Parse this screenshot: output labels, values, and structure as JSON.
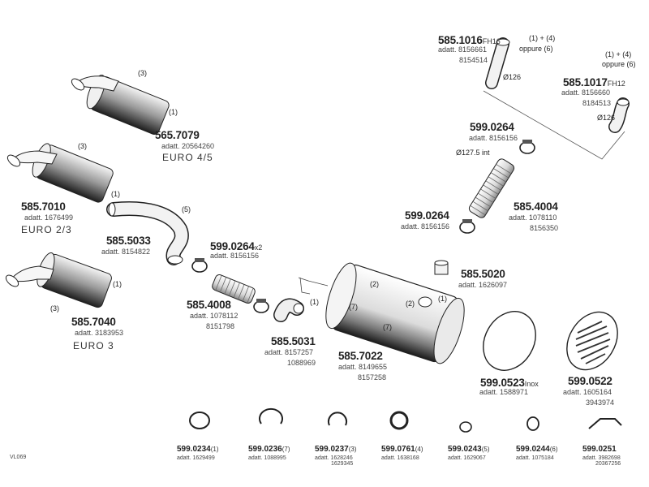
{
  "parts": {
    "p5857079": {
      "code": "565.7079",
      "adatt": "adatt. 20564260",
      "note": "EURO  4/5"
    },
    "p5857010": {
      "code": "585.7010",
      "adatt": "adatt. 1676499",
      "note": "EURO  2/3"
    },
    "p5857040": {
      "code": "585.7040",
      "adatt": "adatt. 3183953",
      "note": "EURO  3"
    },
    "p5855033": {
      "code": "585.5033",
      "adatt": "adatt. 8154822"
    },
    "p5990264a": {
      "code": "599.0264",
      "suffix": "x2",
      "adatt": "adatt. 8156156"
    },
    "p5854008": {
      "code": "585.4008",
      "adatt": "adatt. 1078112",
      "adatt2": "8151798"
    },
    "p5855031": {
      "code": "585.5031",
      "adatt": "adatt. 8157257",
      "adatt2": "1088969"
    },
    "p5857022": {
      "code": "585.7022",
      "adatt": "adatt. 8149655",
      "adatt2": "8157258"
    },
    "p5851016": {
      "code": "585.1016",
      "suffix": "FH16",
      "adatt": "adatt. 8156661",
      "adatt2": "8154514"
    },
    "p5851017": {
      "code": "585.1017",
      "suffix": "FH12",
      "adatt": "adatt. 8156660",
      "adatt2": "8184513"
    },
    "p5990264b": {
      "code": "599.0264",
      "adatt": "adatt. 8156156"
    },
    "p5990264c": {
      "code": "599.0264",
      "adatt": "adatt. 8156156"
    },
    "p5854004": {
      "code": "585.4004",
      "adatt": "adatt. 1078110",
      "adatt2": "8156350"
    },
    "p5855020": {
      "code": "585.5020",
      "adatt": "adatt. 1626097"
    },
    "p5990523": {
      "code": "599.0523",
      "suffix": "Inox",
      "adatt": "adatt. 1588971"
    },
    "p5990522": {
      "code": "599.0522",
      "adatt": "adatt. 1605164",
      "adatt2": "3943974"
    }
  },
  "refs": {
    "r1016_opt": "(1) + (4)",
    "r1016_opt2": "oppure (6)",
    "r1017_opt": "(1) + (4)",
    "r1017_opt2": "oppure (6)",
    "d126a": "Ø126",
    "d126b": "Ø126",
    "d1275": "Ø127.5 int",
    "n1_7079": "(1)",
    "n3_7079": "(3)",
    "n3_7010": "(3)",
    "n1_7010": "(1)",
    "n5_5033": "(5)",
    "n1_7040": "(1)",
    "n3_7040": "(3)",
    "n1_5031": "(1)",
    "n2_7022a": "(2)",
    "n7_7022a": "(7)",
    "n7_7022b": "(7)",
    "n2_7022b": "(2)",
    "n1_7022": "(1)"
  },
  "fittings": [
    {
      "code": "599.0234",
      "mark": "(1)",
      "adatt": "adatt. 1629499",
      "adatt2": ""
    },
    {
      "code": "599.0236",
      "mark": "(7)",
      "adatt": "adatt. 1088995",
      "adatt2": ""
    },
    {
      "code": "599.0237",
      "mark": "(3)",
      "adatt": "adatt. 1628246",
      "adatt2": "1629345"
    },
    {
      "code": "599.0761",
      "mark": "(4)",
      "adatt": "adatt. 1638168",
      "adatt2": ""
    },
    {
      "code": "599.0243",
      "mark": "(5)",
      "adatt": "adatt. 1629067",
      "adatt2": ""
    },
    {
      "code": "599.0244",
      "mark": "(6)",
      "adatt": "adatt. 1075184",
      "adatt2": ""
    },
    {
      "code": "599.0251",
      "mark": "",
      "adatt": "adatt. 3982698",
      "adatt2": "20367256"
    }
  ],
  "page_ref": "VL069"
}
